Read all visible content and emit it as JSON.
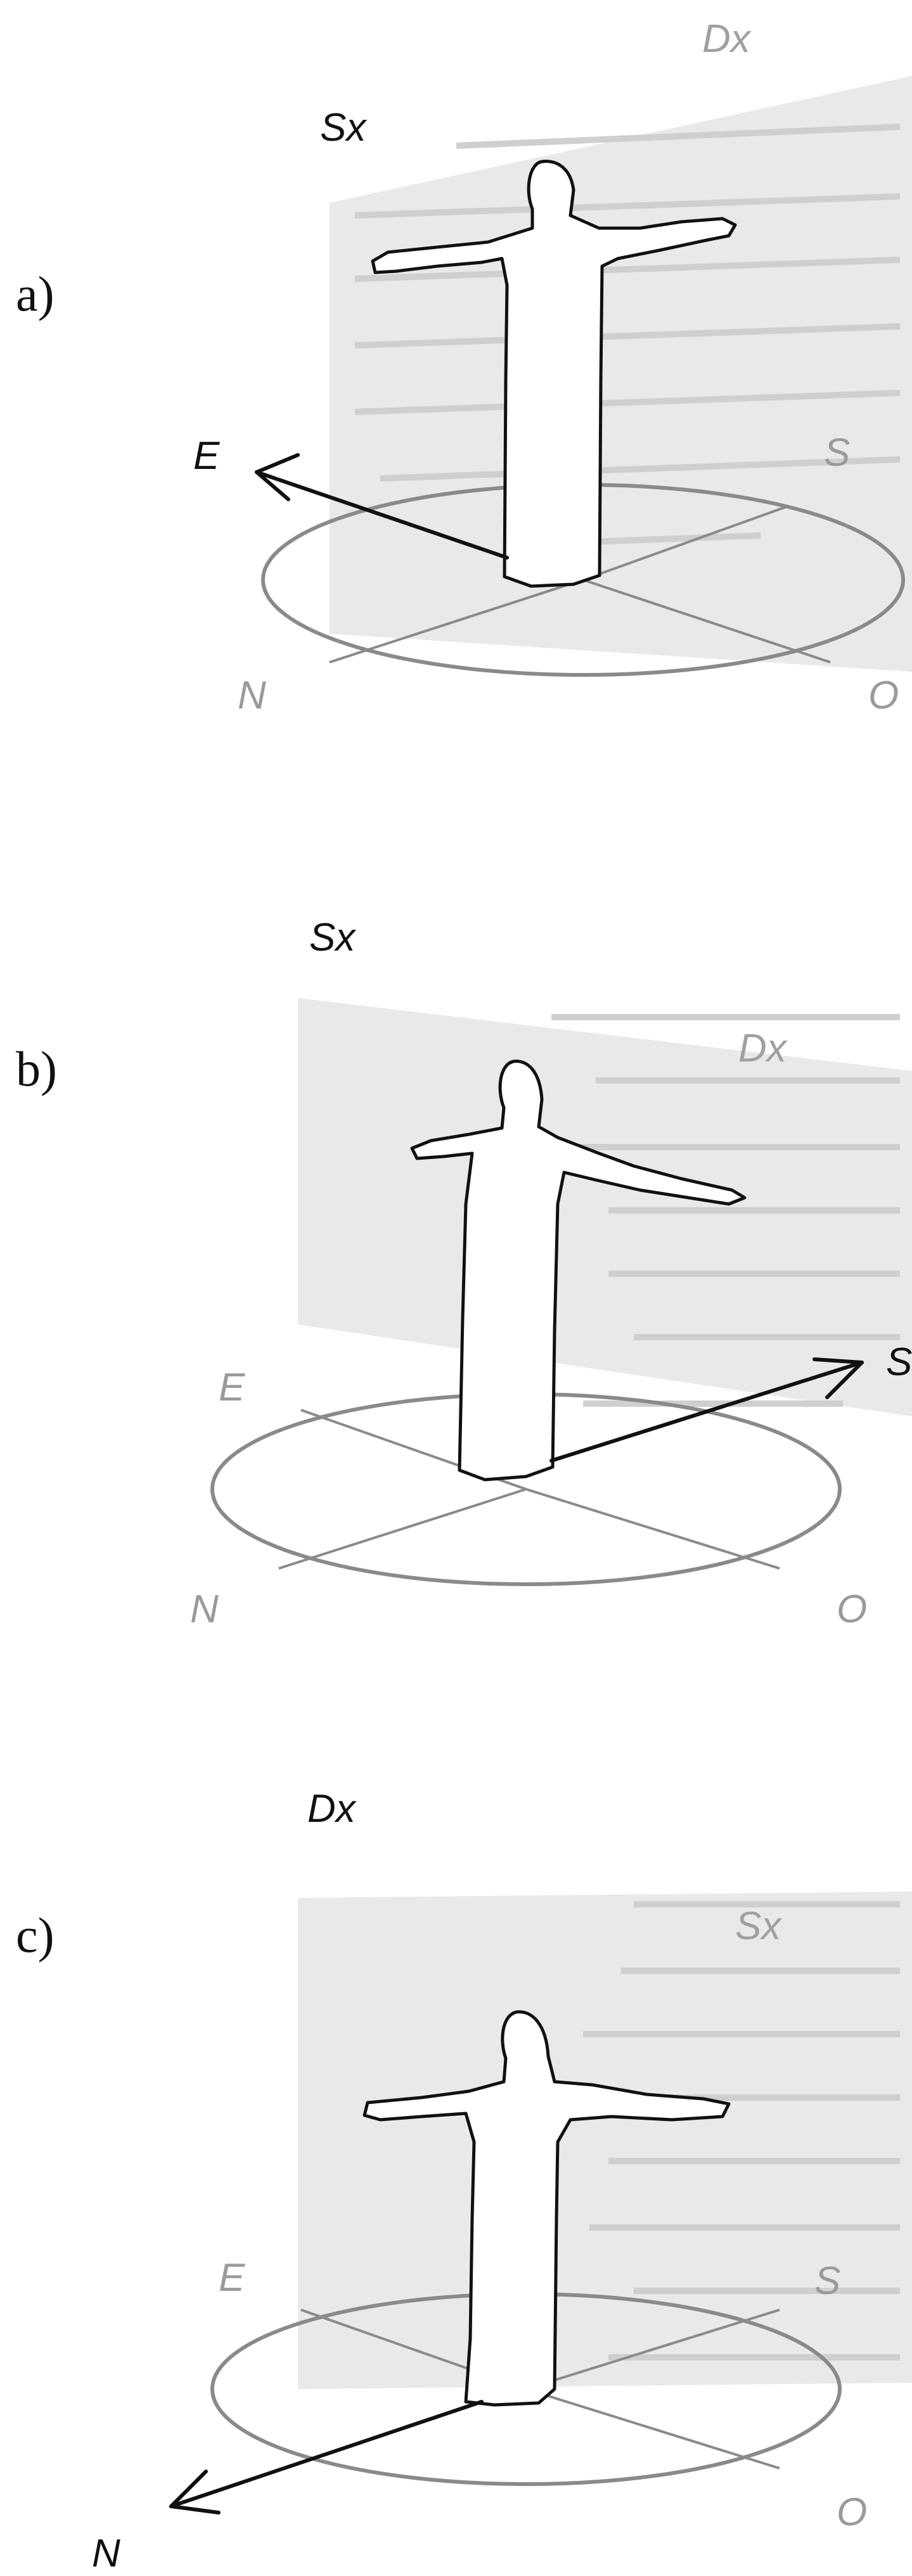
{
  "panels": [
    {
      "id": "a",
      "panel_label": "a)",
      "arms": {
        "left": "Sx",
        "right": "Dx"
      },
      "directions": {
        "arrow": "E",
        "back_right": "S",
        "front_left": "N",
        "front_right": "O"
      }
    },
    {
      "id": "b",
      "panel_label": "b)",
      "arms": {
        "left": "Sx",
        "right": "Dx"
      },
      "directions": {
        "arrow": "S",
        "back_left": "E",
        "front_left": "N",
        "front_right": "O"
      }
    },
    {
      "id": "c",
      "panel_label": "c)",
      "arms": {
        "left": "Dx",
        "right": "Sx"
      },
      "directions": {
        "arrow": "N",
        "back_left": "E",
        "back_right": "S",
        "front_right": "O"
      }
    }
  ],
  "colors": {
    "ink": "#111111",
    "muted_label": "#9a9a9a",
    "disk_fill": "#f2f2f2",
    "disk_stroke": "#8a8a8a",
    "plane_fill": "#e6e6e6",
    "background_text": "#c8c8c8"
  }
}
